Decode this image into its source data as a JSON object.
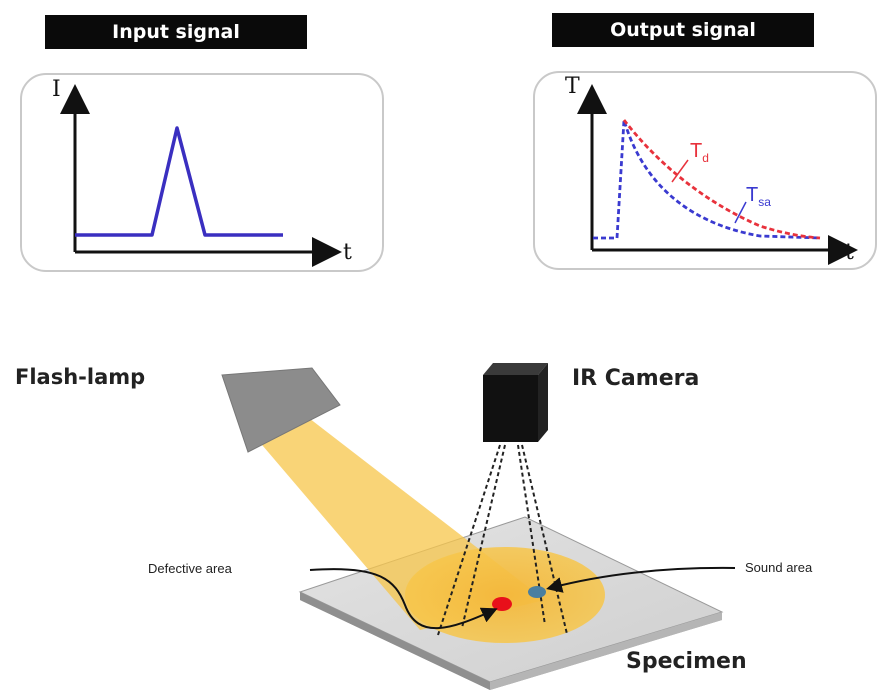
{
  "input_panel": {
    "title": "Input signal",
    "y_axis_label": "I",
    "x_axis_label": "t"
  },
  "output_panel": {
    "title": "Output signal",
    "y_axis_label": "T",
    "x_axis_label": "t",
    "curve_defect": {
      "symbol": "T",
      "subscript": "d",
      "color": "#e8323c"
    },
    "curve_sound": {
      "symbol": "T",
      "subscript": "sa",
      "color": "#3a3ad0"
    }
  },
  "setup": {
    "flash_lamp_label": "Flash-lamp",
    "ir_camera_label": "IR Camera",
    "defective_area_label": "Defective area",
    "sound_area_label": "Sound area",
    "specimen_label": "Specimen",
    "defect_color": "#e8101a",
    "sound_color": "#4a7fa0",
    "beam_color": "#f7c64a"
  },
  "colors": {
    "input_pulse": "#3a2fc0",
    "title_bar": "#0a0a0a"
  }
}
